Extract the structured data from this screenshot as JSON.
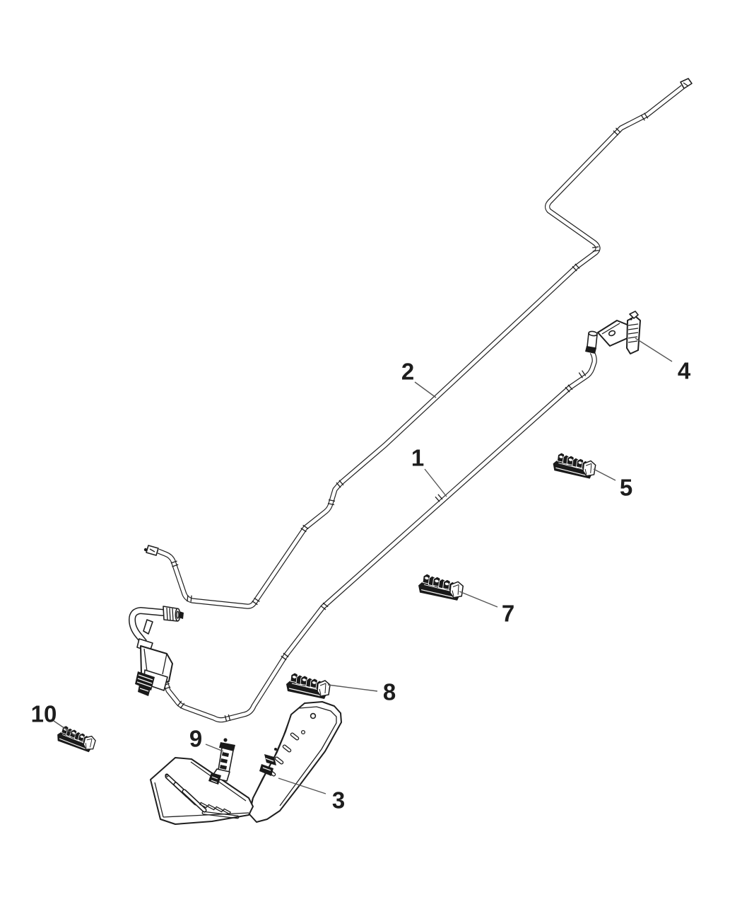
{
  "figure": {
    "kind": "exploded-parts-line-art",
    "background_color": "#ffffff",
    "ink_color": "#1f1f1f",
    "leader_color": "#555555"
  },
  "callouts": [
    {
      "label": "1"
    },
    {
      "label": "2"
    },
    {
      "label": "3"
    },
    {
      "label": "4"
    },
    {
      "label": "5"
    },
    {
      "label": "7"
    },
    {
      "label": "8"
    },
    {
      "label": "9"
    },
    {
      "label": "10"
    }
  ]
}
